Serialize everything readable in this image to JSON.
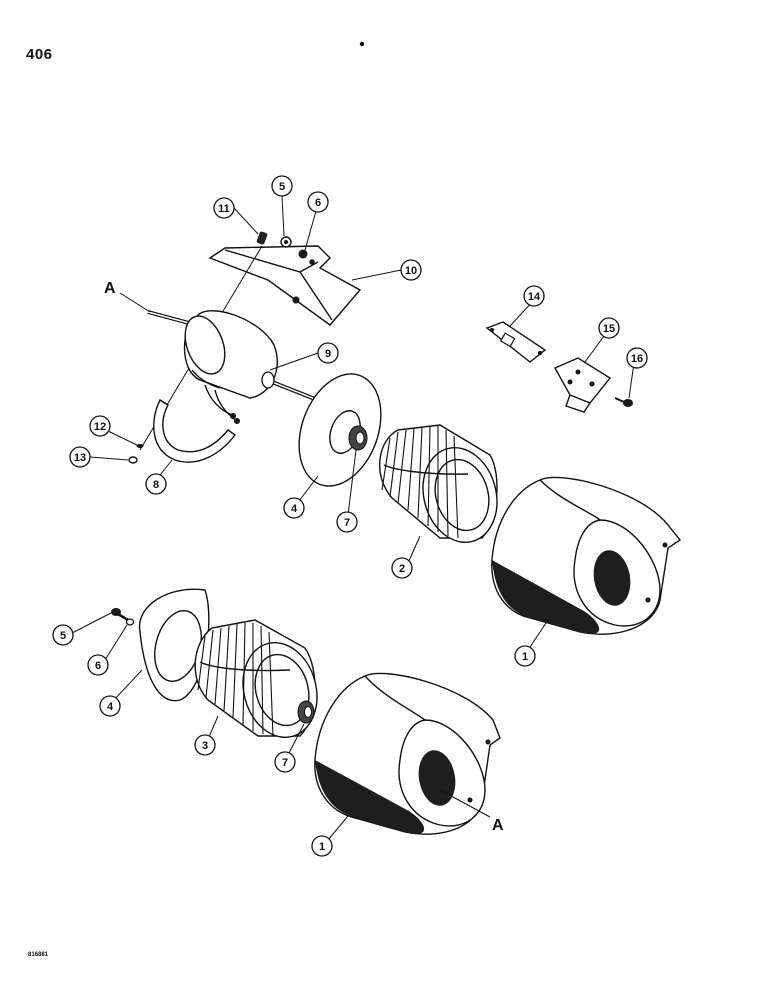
{
  "page_number": "406",
  "footer_code": "816881",
  "reference_letters": {
    "shaft_end": "A",
    "housing_inlet": "A"
  },
  "callouts": {
    "c11": "11",
    "c5a": "5",
    "c6a": "6",
    "c10": "10",
    "c9": "9",
    "c14": "14",
    "c15": "15",
    "c16": "16",
    "c12": "12",
    "c13": "13",
    "c8": "8",
    "c4a": "4",
    "c7a": "7",
    "c2": "2",
    "c1a": "1",
    "c5b": "5",
    "c6b": "6",
    "c4b": "4",
    "c3": "3",
    "c7b": "7",
    "c1b": "1"
  }
}
